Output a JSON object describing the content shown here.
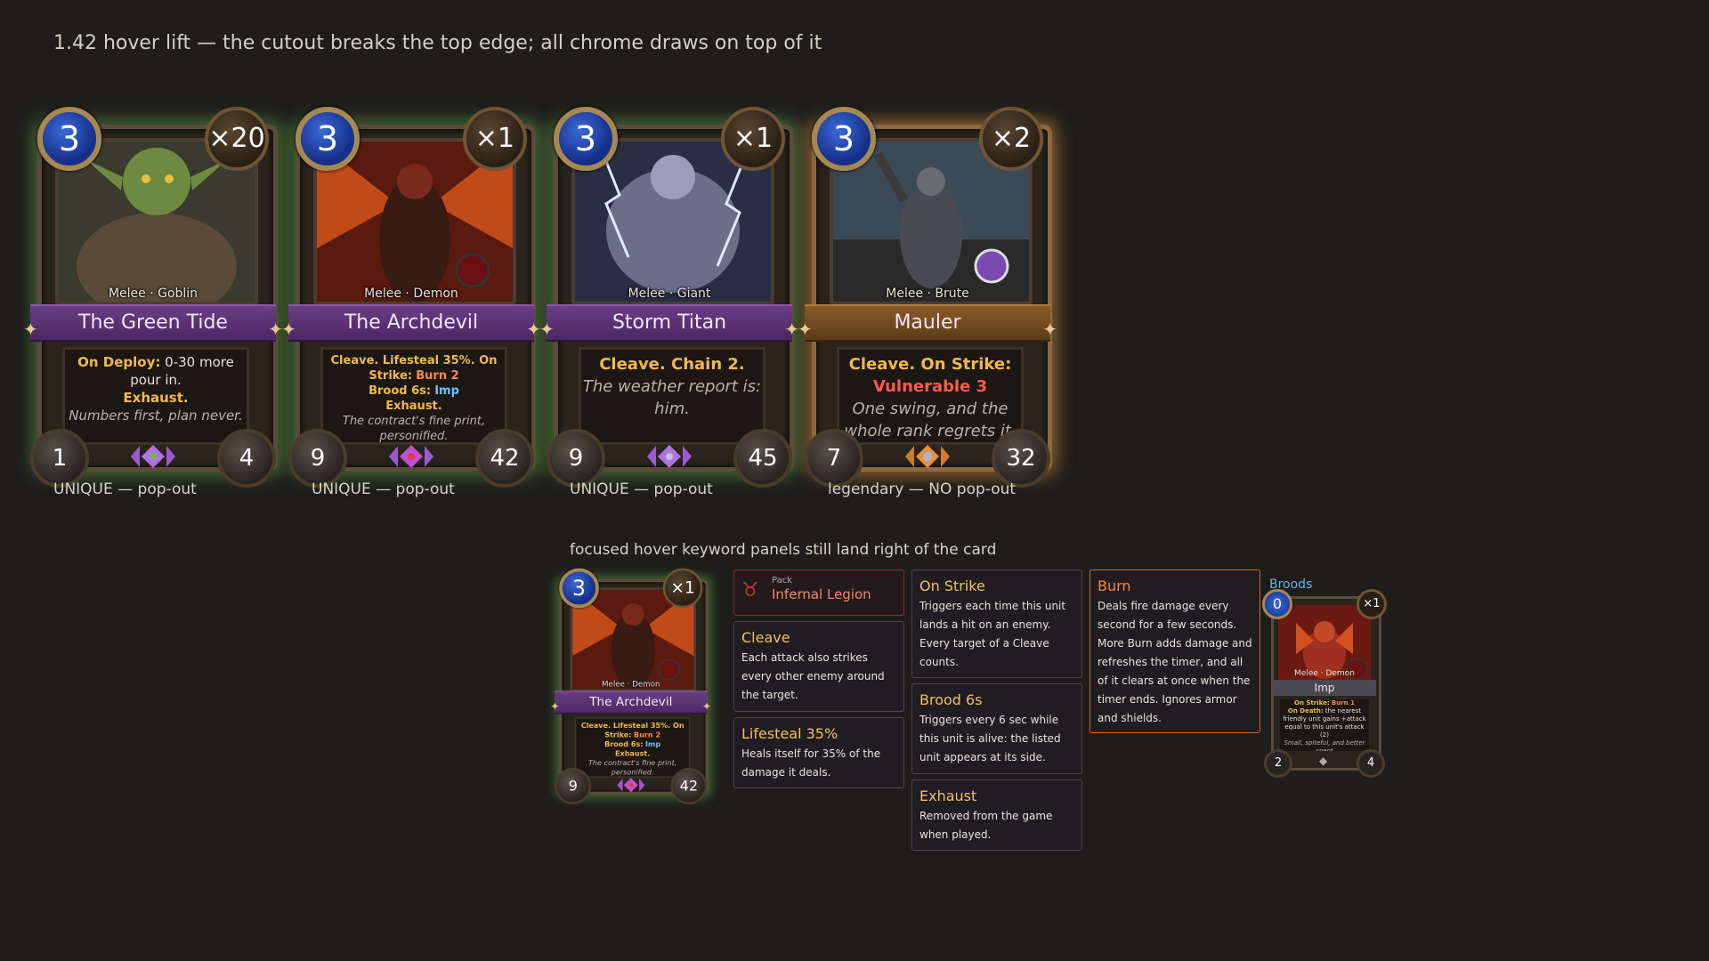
{
  "heading": "1.42 hover lift — the cutout breaks the top edge; all chrome draws on top of it",
  "cards": [
    {
      "name": "The Green Tide",
      "cost": "3",
      "count": "×20",
      "tribe": "Melee · Goblin",
      "atk": "1",
      "hp": "4",
      "label": "UNIQUE — pop-out",
      "t1": "On Deploy:",
      "t2": " 0-30 more pour in.",
      "t3": "Exhaust.",
      "t4": "Numbers first, plan never."
    },
    {
      "name": "The Archdevil",
      "cost": "3",
      "count": "×1",
      "tribe": "Melee · Demon",
      "atk": "9",
      "hp": "42",
      "label": "UNIQUE — pop-out",
      "t1": "Cleave. Lifesteal 35%. On Strike:",
      "t2": "Burn 2",
      "t3": "Brood 6s:",
      "t4": "Imp",
      "t5": "Exhaust.",
      "t6": "The contract's fine print, personified."
    },
    {
      "name": "Storm Titan",
      "cost": "3",
      "count": "×1",
      "tribe": "Melee · Giant",
      "atk": "9",
      "hp": "45",
      "label": "UNIQUE — pop-out",
      "t1": "Cleave. Chain 2.",
      "t2": "The weather report is: him."
    },
    {
      "name": "Mauler",
      "cost": "3",
      "count": "×2",
      "tribe": "Melee · Brute",
      "atk": "7",
      "hp": "32",
      "label": "legendary — NO pop-out",
      "t1": "Cleave. On Strike:",
      "t2": "Vulnerable 3",
      "t3": "One swing, and the whole rank regrets it."
    }
  ],
  "focus_label": "focused hover keyword panels still land right of the card",
  "focus_card": {
    "name": "The Archdevil",
    "cost": "3",
    "count": "×1",
    "tribe": "Melee · Demon",
    "atk": "9",
    "hp": "42",
    "t1": "Cleave. Lifesteal 35%. On",
    "t2": "Strike:",
    "t3": "Burn 2",
    "t4": "Brood 6s:",
    "t5": "Imp",
    "t6": "Exhaust.",
    "t7": "The contract's fine print, personified."
  },
  "pack": {
    "sub": "Pack",
    "name": "Infernal Legion"
  },
  "panels": {
    "cleave": {
      "title": "Cleave",
      "body": "Each attack also strikes every other enemy around the target."
    },
    "lifesteal": {
      "title": "Lifesteal 35%",
      "body": "Heals itself for 35% of the damage it deals."
    },
    "onstrike": {
      "title": "On Strike",
      "body": "Triggers each time this unit lands a hit on an enemy. Every target of a Cleave counts."
    },
    "brood": {
      "title": "Brood 6s",
      "body": "Triggers every 6 sec while this unit is alive: the listed unit appears at its side."
    },
    "exhaust": {
      "title": "Exhaust",
      "body": "Removed from the game when played."
    },
    "burn": {
      "title": "Burn",
      "body": "Deals fire damage every second for a few seconds. More Burn adds damage and refreshes the timer, and all of it clears at once when the timer ends. Ignores armor and shields."
    }
  },
  "broods": {
    "label": "Broods",
    "name": "Imp",
    "cost": "0",
    "count": "×1",
    "tribe": "Melee · Demon",
    "atk": "2",
    "hp": "4",
    "t1": "On Strike:",
    "t2": "Burn 1",
    "t3": "On Death:",
    "t4": "the nearest friendly unit gains +attack equal to this unit's attack (2)",
    "t5": "Small, spiteful, and better spent"
  }
}
